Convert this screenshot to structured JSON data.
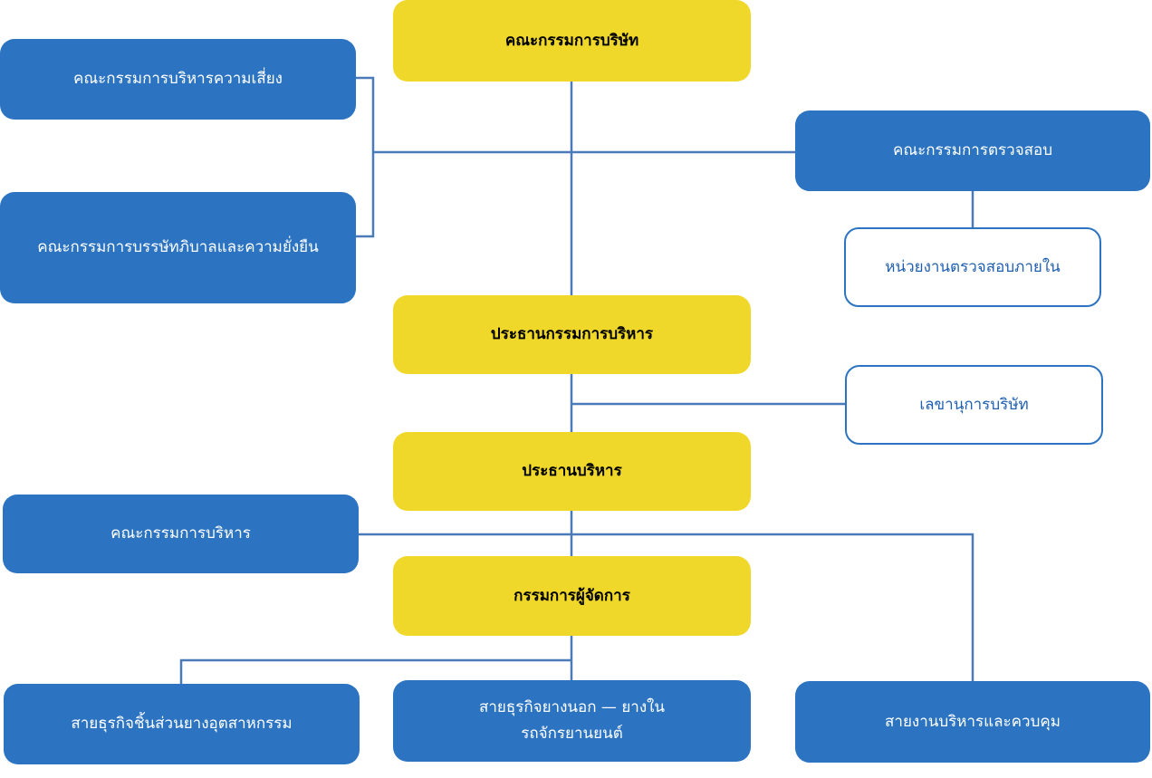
{
  "colors": {
    "top_management": "#f0d82a",
    "committee_and_division": "#2c74c1",
    "support_unit_border": "#2c74c1",
    "connector": "#4a7ab8"
  },
  "nodes": {
    "board": "คณะกรรมการบริษัท",
    "risk_committee": "คณะกรรมการบริหารความเสี่ยง",
    "governance_committee": "คณะกรรมการบรรษัทภิบาลและความยั่งยืน",
    "audit_committee": "คณะกรรมการตรวจสอบ",
    "internal_audit": "หน่วยงานตรวจสอบภายใน",
    "executive_chairman": "ประธานกรรมการบริหาร",
    "company_secretary": "เลขานุการบริษัท",
    "chief_executive": "ประธานบริหาร",
    "executive_committee": "คณะกรรมการบริหาร",
    "managing_director": "กรรมการผู้จัดการ",
    "industrial_rubber_division": "สายธุรกิจชิ้นส่วนยางอุตสาหกรรม",
    "automotive_rubber_division_line1": "สายธุรกิจยางนอก — ยางใน",
    "automotive_rubber_division_line2": "รถจักรยานยนต์",
    "admin_control_division": "สายงานบริหารและควบคุม"
  }
}
